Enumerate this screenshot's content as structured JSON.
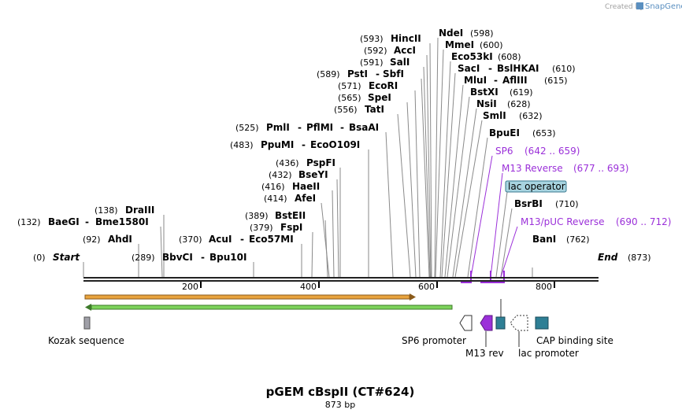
{
  "credit": {
    "prefix": "Created by",
    "brand": "SnapGene"
  },
  "title": "pGEM cBspII (CT#624)",
  "subtitle": "873 bp",
  "start": {
    "pos": "(0)",
    "label": "Start"
  },
  "end": {
    "label": "End",
    "pos": "(873)"
  },
  "ticks": [
    "200",
    "400",
    "600",
    "800"
  ],
  "sites": [
    {
      "pos": "(593)",
      "names": [
        "HincII"
      ]
    },
    {
      "pos": "(592)",
      "names": [
        "AccI"
      ]
    },
    {
      "pos": "(591)",
      "names": [
        "SalI"
      ]
    },
    {
      "pos": "(589)",
      "names": [
        "PstI",
        "SbfI"
      ]
    },
    {
      "pos": "(571)",
      "names": [
        "EcoRI"
      ]
    },
    {
      "pos": "(565)",
      "names": [
        "SpeI"
      ]
    },
    {
      "pos": "(556)",
      "names": [
        "TatI"
      ]
    },
    {
      "pos": "(525)",
      "names": [
        "PmlI",
        "PflMI",
        "BsaAI"
      ]
    },
    {
      "pos": "(483)",
      "names": [
        "PpuMI",
        "EcoO109I"
      ]
    },
    {
      "pos": "(436)",
      "names": [
        "PspFI"
      ]
    },
    {
      "pos": "(432)",
      "names": [
        "BseYI"
      ]
    },
    {
      "pos": "(416)",
      "names": [
        "HaeII"
      ]
    },
    {
      "pos": "(414)",
      "names": [
        "AfeI"
      ]
    },
    {
      "pos": "(389)",
      "names": [
        "BstEII"
      ]
    },
    {
      "pos": "(379)",
      "names": [
        "FspI"
      ]
    },
    {
      "pos": "(370)",
      "names": [
        "AcuI",
        "Eco57MI"
      ]
    },
    {
      "pos": "(289)",
      "names": [
        "BbvCI",
        "Bpu10I"
      ]
    },
    {
      "pos": "(138)",
      "names": [
        "DraIII"
      ]
    },
    {
      "pos": "(132)",
      "names": [
        "BaeGI",
        "Bme1580I"
      ]
    },
    {
      "pos": "(92)",
      "names": [
        "AhdI"
      ]
    },
    {
      "pos": "(598)",
      "names": [
        "NdeI"
      ]
    },
    {
      "pos": "(600)",
      "names": [
        "MmeI"
      ]
    },
    {
      "pos": "(608)",
      "names": [
        "Eco53kI"
      ]
    },
    {
      "pos": "(610)",
      "names": [
        "SacI",
        "BslHKAI"
      ]
    },
    {
      "pos": "(615)",
      "names": [
        "MluI",
        "AflIII"
      ]
    },
    {
      "pos": "(619)",
      "names": [
        "BstXI"
      ]
    },
    {
      "pos": "(628)",
      "names": [
        "NsiI"
      ]
    },
    {
      "pos": "(632)",
      "names": [
        "SmlI"
      ]
    },
    {
      "pos": "(653)",
      "names": [
        "BpuEI"
      ]
    },
    {
      "pos": "(710)",
      "names": [
        "BsrBI"
      ]
    },
    {
      "pos": "(762)",
      "names": [
        "BanI"
      ]
    }
  ],
  "primers": [
    {
      "name": "SP6",
      "range": "(642 .. 659)"
    },
    {
      "name": "M13 Reverse",
      "range": "(677 .. 693)"
    },
    {
      "name": "M13/pUC Reverse",
      "range": "(690 .. 712)"
    }
  ],
  "lac_operator": "lac operator",
  "features": [
    {
      "name": "Kozak sequence"
    },
    {
      "name": "SP6 promoter"
    },
    {
      "name": "M13 rev"
    },
    {
      "name": "lac promoter"
    },
    {
      "name": "CAP binding site"
    }
  ],
  "colors": {
    "primer": "#9b30d9",
    "orf_orange": "#e8a33d",
    "orf_green": "#7dd35b",
    "feature_teal": "#2e7f95",
    "kozak_grey": "#a0a0a8",
    "lac_op_fill": "#a8d4e0"
  }
}
